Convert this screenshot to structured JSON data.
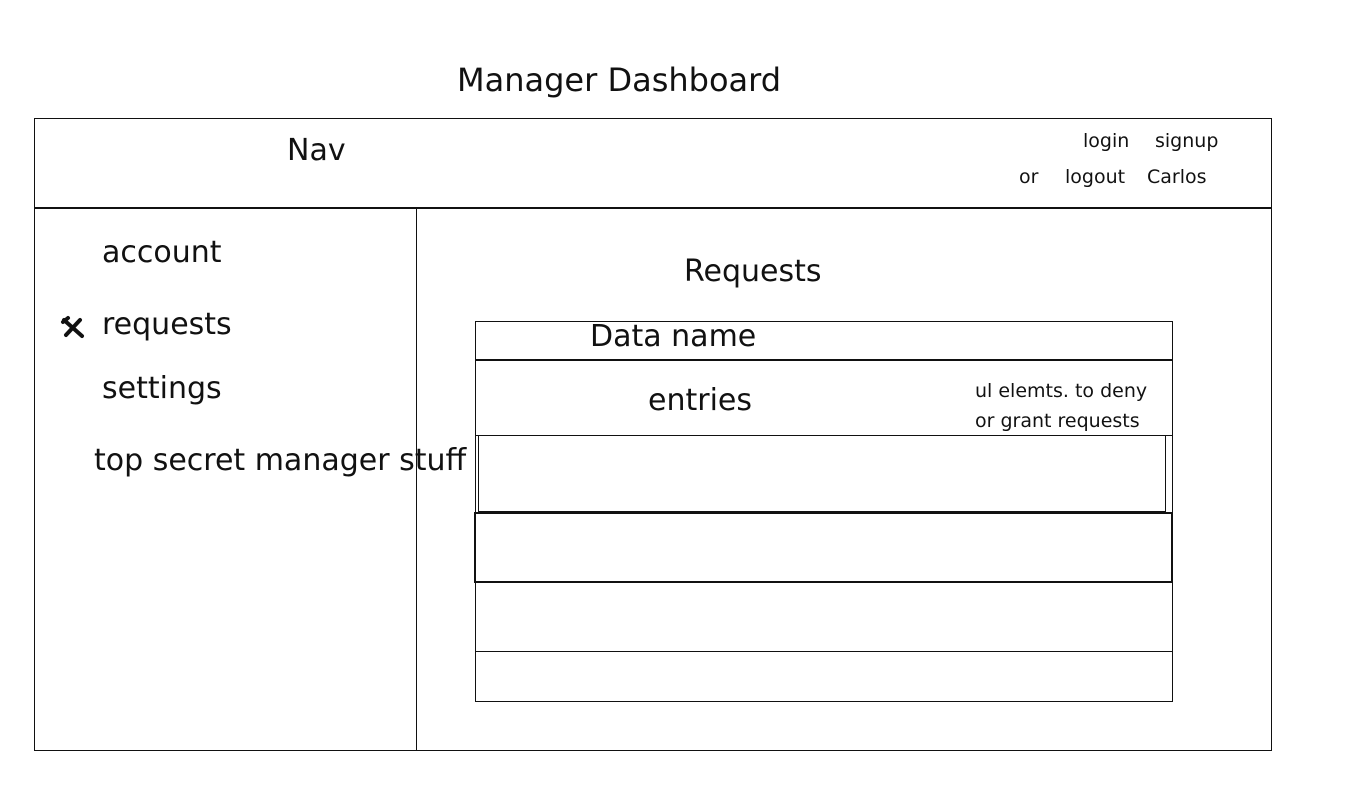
{
  "page": {
    "title": "Manager Dashboard"
  },
  "nav": {
    "label": "Nav",
    "login": "login",
    "signup": "signup",
    "or": "or",
    "logout": "logout",
    "user": "Carlos"
  },
  "sidebar": {
    "items": [
      {
        "label": "account",
        "active": false
      },
      {
        "label": "requests",
        "active": true
      },
      {
        "label": "settings",
        "active": false
      },
      {
        "label": "top secret manager stuff",
        "active": false
      }
    ],
    "active_icon": "x-mark-icon"
  },
  "main": {
    "title": "Requests",
    "table": {
      "header": "Data name",
      "entries_label": "entries",
      "note_line1": "ul elemts. to deny",
      "note_line2": "or grant requests"
    }
  }
}
